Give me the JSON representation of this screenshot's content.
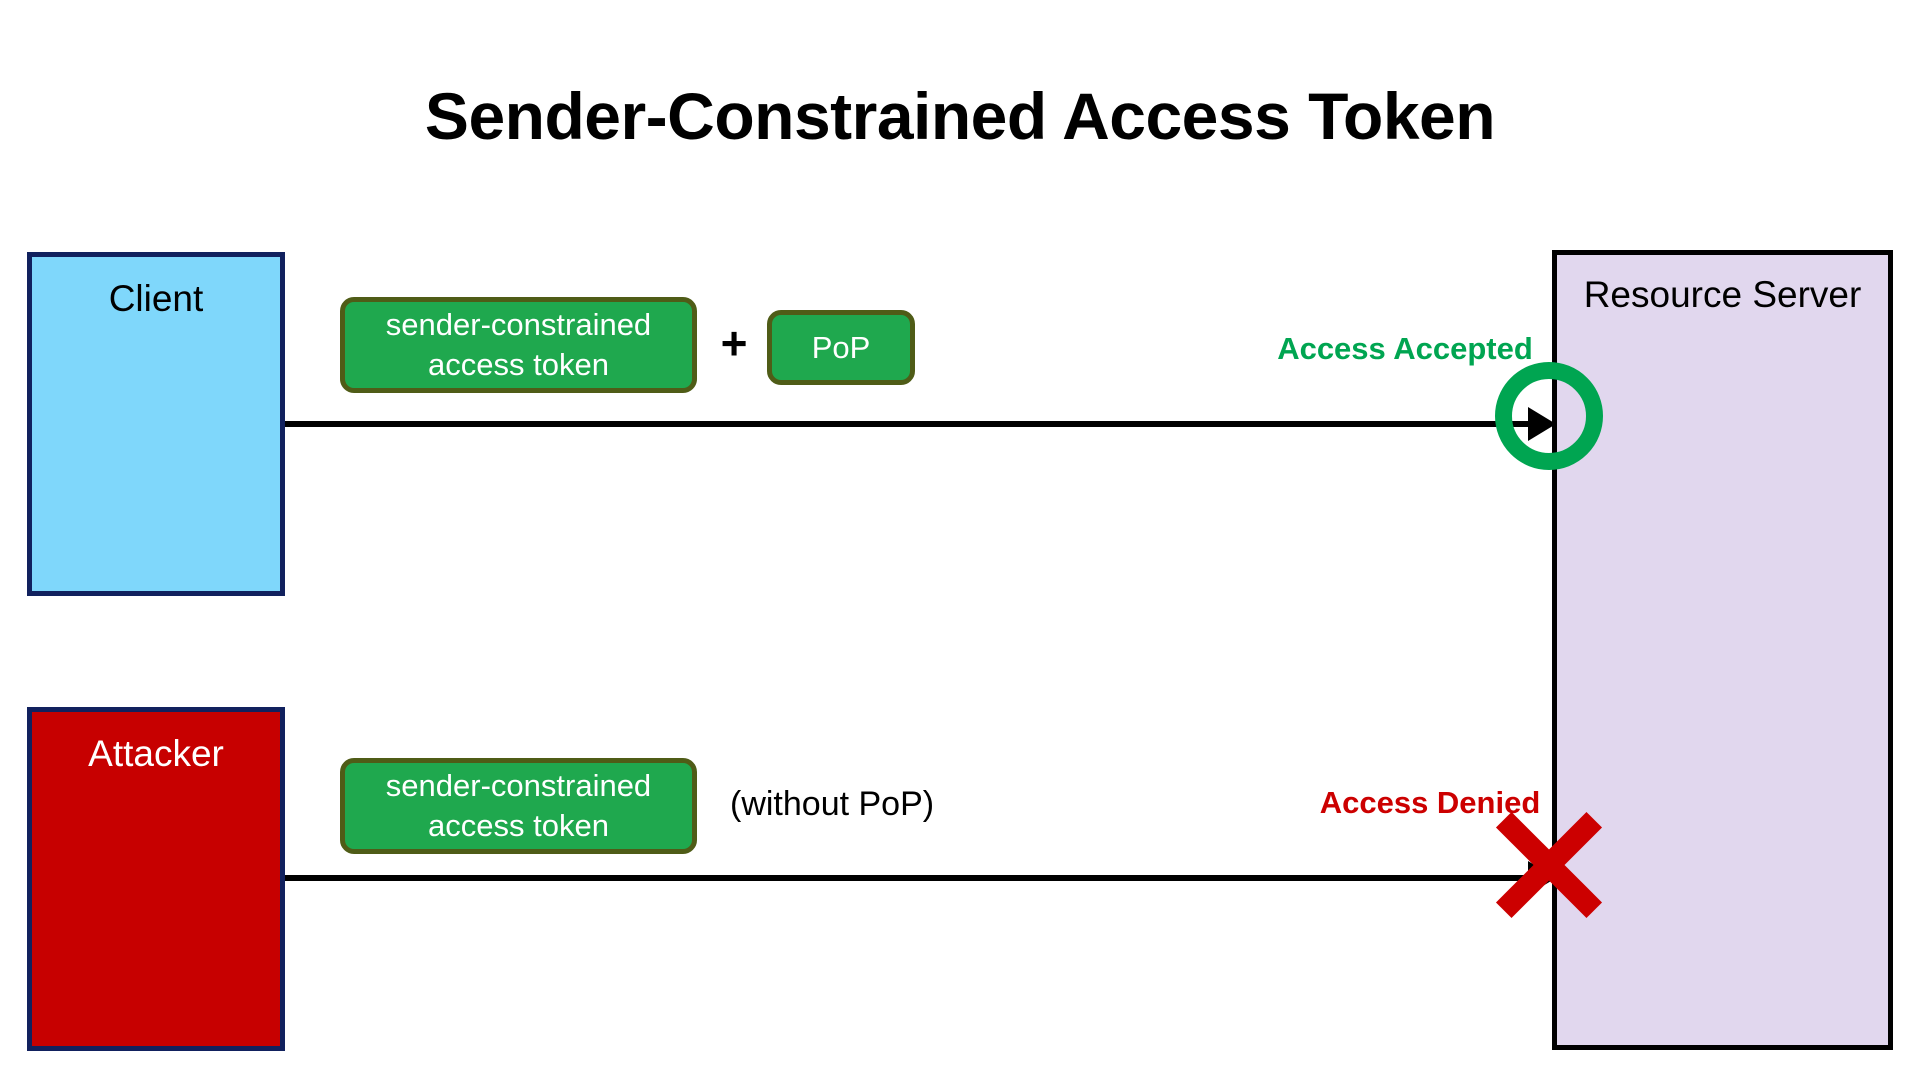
{
  "diagram": {
    "title": "Sender-Constrained Access Token",
    "background_color": "#ffffff",
    "actors": [
      {
        "id": "client",
        "label": "Client",
        "fill": "#7fd7fb",
        "border": "#11215e",
        "text_color": "#000000"
      },
      {
        "id": "attacker",
        "label": "Attacker",
        "fill": "#c70000",
        "border": "#11215e",
        "text_color": "#ffffff"
      },
      {
        "id": "resource-server",
        "label": "Resource Server",
        "fill": "#e1d7ee",
        "border": "#000000",
        "text_color": "#000000"
      }
    ],
    "flows": [
      {
        "id": "client-flow",
        "from": "client",
        "to": "resource-server",
        "chips": [
          {
            "id": "token",
            "label": "sender-constrained\naccess token",
            "line1": "sender-constrained",
            "line2": "access token"
          },
          {
            "id": "pop",
            "label": "PoP"
          }
        ],
        "operator": "+",
        "status_label": "Access Accepted",
        "status_color": "#00a551",
        "result_marker": "circle-accept-icon"
      },
      {
        "id": "attacker-flow",
        "from": "attacker",
        "to": "resource-server",
        "chips": [
          {
            "id": "token",
            "label": "sender-constrained\naccess token",
            "line1": "sender-constrained",
            "line2": "access token"
          }
        ],
        "annotation": "(without PoP)",
        "status_label": "Access Denied",
        "status_color": "#cc0000",
        "result_marker": "cross-deny-icon"
      }
    ],
    "chip_style": {
      "fill": "#1fa84e",
      "border": "#4f5c17",
      "text_color": "#ffffff"
    }
  }
}
